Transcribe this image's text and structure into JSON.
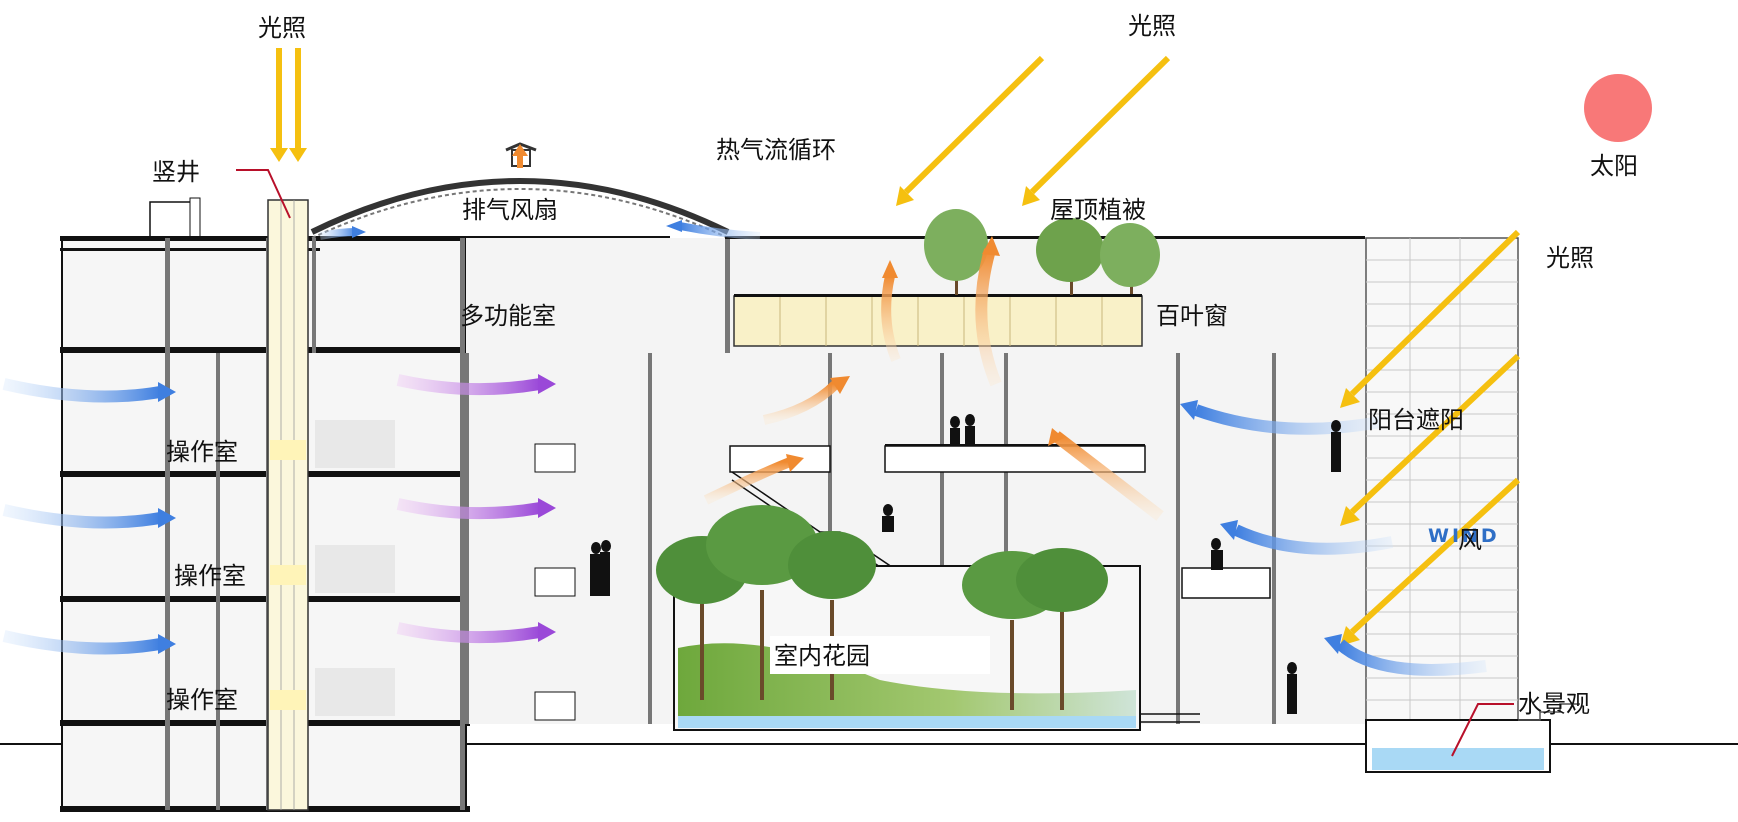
{
  "labels": {
    "sunlight_1": "光照",
    "sunlight_2": "光照",
    "sunlight_3": "光照",
    "shaft": "竖井",
    "hot_air_cycle": "热气流循环",
    "exhaust_fan": "排气风扇",
    "roof_greenery": "屋顶植被",
    "sun": "太阳",
    "multi_room": "多功能室",
    "louver": "百叶窗",
    "balcony_shading": "阳台遮阳",
    "op_room_1": "操作室",
    "op_room_2": "操作室",
    "op_room_3": "操作室",
    "indoor_garden": "室内花园",
    "wind_en": "WIND",
    "wind_cn": "风",
    "water_view": "水景观"
  },
  "colors": {
    "sunlight": "#f5c010",
    "sun": "#f87878",
    "wind_blue": "#3f7fe0",
    "wind_purple": "#9a48d8",
    "hot_air": "#f3a04a",
    "tree": "#4f8f3a",
    "ground": "#7fb04a",
    "water": "#a9d9f5",
    "louver_panel": "#f9f1c8"
  }
}
